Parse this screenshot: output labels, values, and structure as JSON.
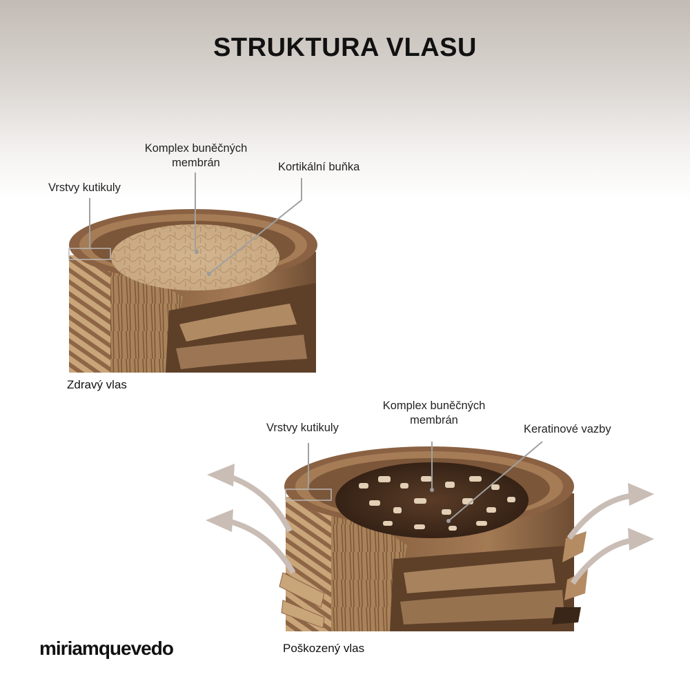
{
  "title": "STRUKTURA VLASU",
  "healthy": {
    "labels": {
      "cuticle": "Vrstvy kutikuly",
      "membrane_line1": "Komplex buněčných",
      "membrane_line2": "membrán",
      "cortical": "Kortikální buňka"
    },
    "caption": "Zdravý vlas"
  },
  "damaged": {
    "labels": {
      "cuticle": "Vrstvy kutikuly",
      "membrane_line1": "Komplex buněčných",
      "membrane_line2": "membrán",
      "keratin": "Keratinové vazby"
    },
    "caption": "Poškozený vlas"
  },
  "brand": "miriamquevedo",
  "colors": {
    "hair_light": "#c9a57a",
    "hair_mid": "#a9805a",
    "hair_dark": "#6b4a30",
    "hair_darkest": "#3a2618",
    "arrow": "#c9bdb5",
    "leader": "#a0a0a0"
  }
}
